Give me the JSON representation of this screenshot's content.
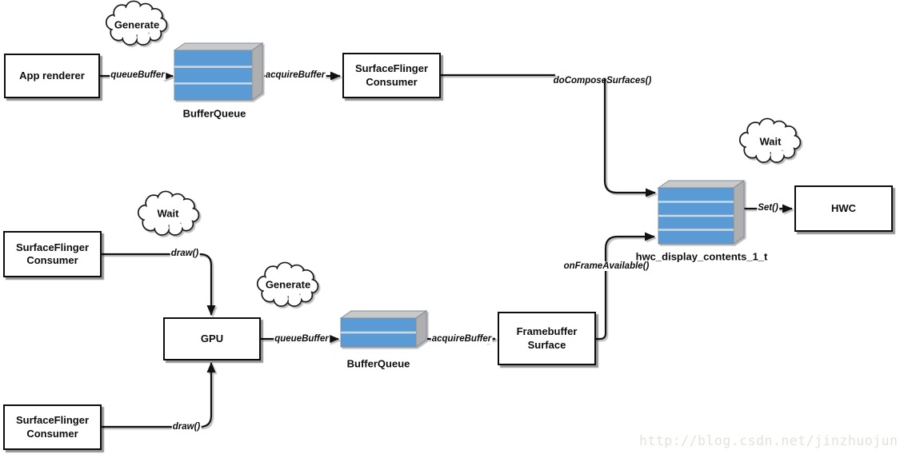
{
  "diagram": {
    "boxes": {
      "app_renderer": {
        "line1": "App renderer"
      },
      "sf_consumer_top": {
        "line1": "SurfaceFlinger",
        "line2": "Consumer"
      },
      "hwc": {
        "line1": "HWC"
      },
      "sf_consumer_mid": {
        "line1": "SurfaceFlinger",
        "line2": "Consumer"
      },
      "gpu": {
        "line1": "GPU"
      },
      "sf_consumer_bottom": {
        "line1": "SurfaceFlinger",
        "line2": "Consumer"
      },
      "framebuffer_surface": {
        "line1": "Framebuffer",
        "line2": "Surface"
      }
    },
    "stacks": {
      "buffer_queue_top": {
        "label": "BufferQueue",
        "slices": 3
      },
      "buffer_queue_bottom": {
        "label": "BufferQueue",
        "slices": 2
      },
      "hwc_display_contents": {
        "label": "hwc_display_contents_1_t",
        "slices": 4
      }
    },
    "clouds": {
      "generate_top": {
        "label": "Generate"
      },
      "wait_mid": {
        "label": "Wait"
      },
      "generate_mid": {
        "label": "Generate"
      },
      "wait_right": {
        "label": "Wait"
      }
    },
    "edge_labels": {
      "queue_buffer_top": "queueBuffer",
      "acquire_buffer_top": "acquireBuffer",
      "do_compose_surfaces": "doComposeSurfaces()",
      "set_call": "Set()",
      "draw_mid": "draw()",
      "draw_bottom": "draw()",
      "queue_buffer_bottom": "queueBuffer",
      "acquire_buffer_bottom": "acquireBuffer",
      "on_frame_available": "onFrameAvailable()"
    },
    "colors": {
      "buffer_blue": "#5B9BD5",
      "stack_top_face": "#C9C9C9",
      "stack_side_face": "#AFAFAF",
      "stack_edge": "#7F8C99",
      "slice_divider": "#CDD9E5",
      "watermark": "#E5E2DB"
    },
    "watermark": {
      "text": "http://blog.csdn.net/jinzhuojun"
    }
  }
}
